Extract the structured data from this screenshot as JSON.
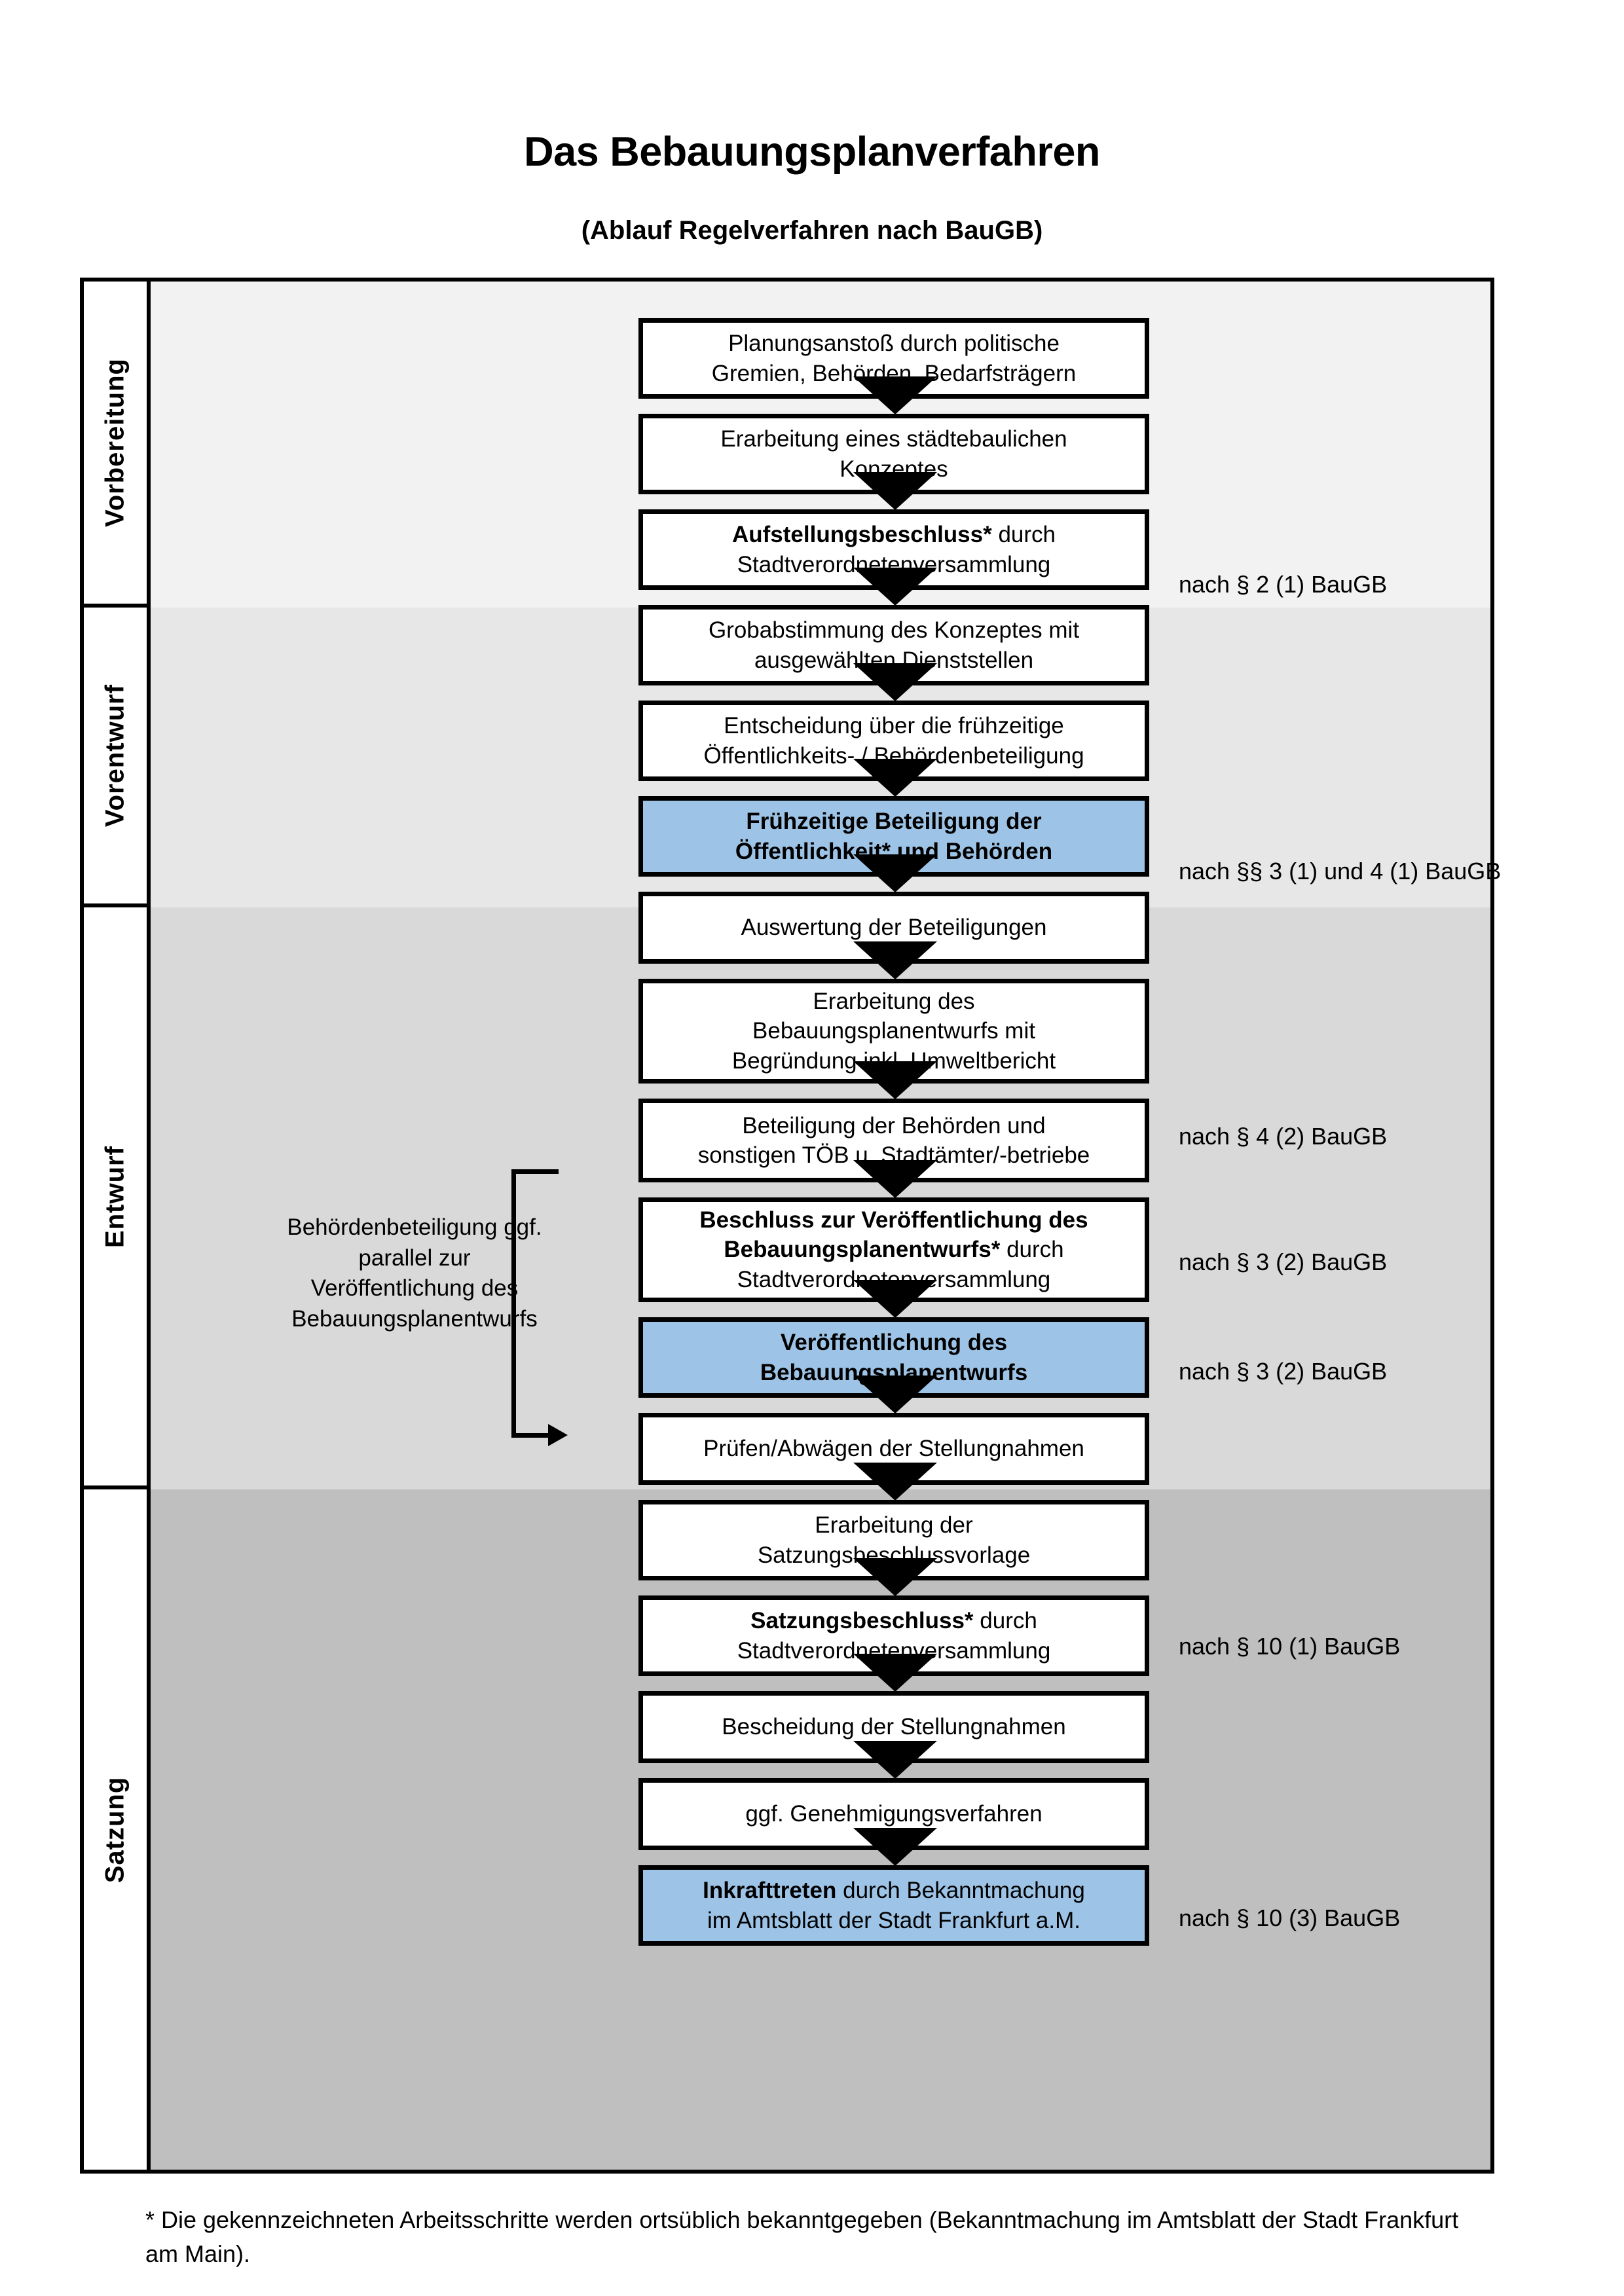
{
  "header": {
    "title": "Das Bebauungsplanverfahren",
    "subtitle": "(Ablauf Regelverfahren nach BauGB)"
  },
  "phases": [
    {
      "id": "vorbereitung",
      "label": "Vorbereitung",
      "band_color": "#F2F2F2"
    },
    {
      "id": "vorentwurf",
      "label": "Vorentwurf",
      "band_color": "#E7E7E7"
    },
    {
      "id": "entwurf",
      "label": "Entwurf",
      "band_color": "#D9D9D9"
    },
    {
      "id": "satzung",
      "label": "Satzung",
      "band_color": "#BFBFBF"
    }
  ],
  "steps": [
    {
      "id": "planungsanstoss",
      "phase": "vorbereitung",
      "lines": [
        "Planungsanstoß durch politische",
        "Gremien, Behörden, Bedarfsträgern"
      ],
      "bold_prefix": "",
      "highlight": false
    },
    {
      "id": "staedtebauliches-konzept",
      "phase": "vorbereitung",
      "lines": [
        "Erarbeitung eines städtebaulichen",
        "Konzeptes"
      ],
      "bold_prefix": "",
      "highlight": false
    },
    {
      "id": "aufstellungsbeschluss",
      "phase": "vorbereitung",
      "lines": [
        "Aufstellungsbeschluss* durch",
        "Stadtverordnetenversammlung"
      ],
      "bold_prefix": "Aufstellungsbeschluss*",
      "highlight": false
    },
    {
      "id": "grobabstimmung",
      "phase": "vorentwurf",
      "lines": [
        "Grobabstimmung des Konzeptes mit",
        "ausgewählten Dienststellen"
      ],
      "bold_prefix": "",
      "highlight": false
    },
    {
      "id": "entscheidung-fruehzeitige-beteiligung",
      "phase": "vorentwurf",
      "lines": [
        "Entscheidung über die frühzeitige",
        "Öffentlichkeits- / Behördenbeteiligung"
      ],
      "bold_prefix": "",
      "highlight": false
    },
    {
      "id": "fruehzeitige-beteiligung",
      "phase": "vorentwurf",
      "lines": [
        "Frühzeitige Beteiligung der",
        "Öffentlichkeit* und Behörden"
      ],
      "bold_prefix": "ALL",
      "highlight": true
    },
    {
      "id": "auswertung-beteiligungen",
      "phase": "entwurf",
      "lines": [
        "Auswertung der Beteiligungen"
      ],
      "bold_prefix": "",
      "highlight": false
    },
    {
      "id": "erarbeitung-bplan-entwurf",
      "phase": "entwurf",
      "lines": [
        "Erarbeitung des",
        "Bebauungsplanentwurfs mit",
        "Begründung inkl. Umweltbericht"
      ],
      "bold_prefix": "",
      "highlight": false
    },
    {
      "id": "beteiligung-behoerden-toeb",
      "phase": "entwurf",
      "lines": [
        "Beteiligung der Behörden und",
        "sonstigen TÖB u. Stadtämter/-betriebe"
      ],
      "bold_prefix": "",
      "highlight": false
    },
    {
      "id": "beschluss-veroeffentlichung",
      "phase": "entwurf",
      "lines": [
        "Beschluss zur Veröffentlichung des",
        "Bebauungsplanentwurfs* durch",
        "Stadtverordnetenversammlung"
      ],
      "bold_prefix": "Beschluss zur Veröffentlichung des Bebauungsplanentwurfs*",
      "highlight": false
    },
    {
      "id": "veroeffentlichung-bplan-entwurf",
      "phase": "entwurf",
      "lines": [
        "Veröffentlichung des",
        "Bebauungsplanentwurfs"
      ],
      "bold_prefix": "ALL",
      "highlight": true
    },
    {
      "id": "pruefen-abwaegen",
      "phase": "satzung",
      "lines": [
        "Prüfen/Abwägen der Stellungnahmen"
      ],
      "bold_prefix": "",
      "highlight": false
    },
    {
      "id": "erarbeitung-satzungsbeschlussvorlage",
      "phase": "satzung",
      "lines": [
        "Erarbeitung der",
        "Satzungsbeschlussvorlage"
      ],
      "bold_prefix": "",
      "highlight": false
    },
    {
      "id": "satzungsbeschluss",
      "phase": "satzung",
      "lines": [
        "Satzungsbeschluss* durch",
        "Stadtverordnetenversammlung"
      ],
      "bold_prefix": "Satzungsbeschluss*",
      "highlight": false
    },
    {
      "id": "bescheidung-stellungnahmen",
      "phase": "satzung",
      "lines": [
        "Bescheidung der Stellungnahmen"
      ],
      "bold_prefix": "",
      "highlight": false
    },
    {
      "id": "genehmigungsverfahren",
      "phase": "satzung",
      "lines": [
        "ggf. Genehmigungsverfahren"
      ],
      "bold_prefix": "",
      "highlight": false
    },
    {
      "id": "inkrafttreten",
      "phase": "satzung",
      "lines": [
        "Inkrafttreten durch Bekanntmachung",
        "im Amtsblatt der Stadt Frankfurt a.M."
      ],
      "bold_prefix": "Inkrafttreten",
      "highlight": true
    }
  ],
  "annotations": [
    {
      "id": "annot-par2-1",
      "text": "nach § 2 (1) BauGB"
    },
    {
      "id": "annot-par3-4-1",
      "text": "nach §§ 3 (1) und 4 (1) BauGB"
    },
    {
      "id": "annot-par4-2",
      "text": "nach § 4 (2) BauGB"
    },
    {
      "id": "annot-par3-2-a",
      "text": "nach § 3 (2) BauGB"
    },
    {
      "id": "annot-par3-2-b",
      "text": "nach § 3 (2) BauGB"
    },
    {
      "id": "annot-par10-1",
      "text": "nach § 10 (1) BauGB"
    },
    {
      "id": "annot-par10-3",
      "text": "nach § 10 (3) BauGB"
    }
  ],
  "sidenote": {
    "lines": [
      "Behördenbeteiligung",
      "ggf. parallel zur",
      "Veröffentlichung des",
      "Bebauungsplanentwurfs"
    ]
  },
  "footnote": {
    "text": "* Die gekennzeichneten Arbeitsschritte werden ortsüblich bekanntgegeben (Bekanntmachung im Amtsblatt  der Stadt Frankfurt am Main)."
  },
  "colors": {
    "highlight_blue": "#9DC3E6",
    "box_border": "#000000",
    "band_1": "#F2F2F2",
    "band_2": "#E7E7E7",
    "band_3": "#D9D9D9",
    "band_4": "#BFBFBF"
  }
}
